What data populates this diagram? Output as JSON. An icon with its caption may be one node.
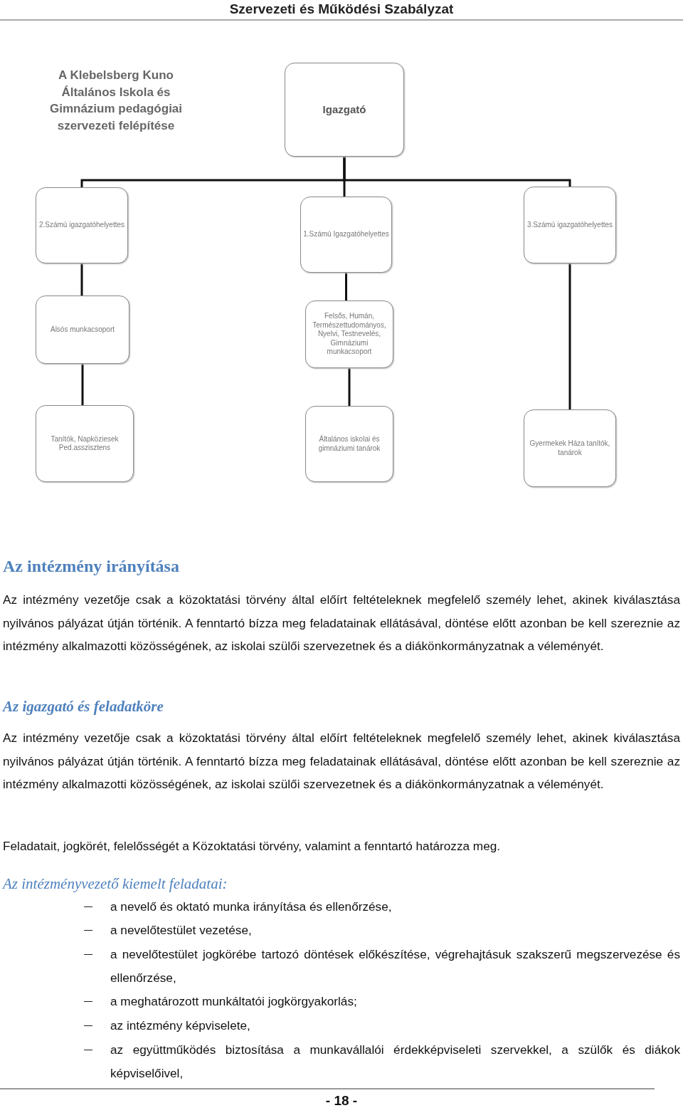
{
  "diagram": {
    "title": "A Klebelsberg Kuno Általános Iskola és Gimnázium pedagógiai szervezeti felépítése",
    "nodes": [
      {
        "text": [
          "Igazgató"
        ]
      },
      {
        "text": [
          "2.Számú igazgatóhelyettes"
        ]
      },
      {
        "text": [
          "1.Számú Igazgatóhelyettes"
        ]
      },
      {
        "text": [
          "3.Számú igazgatóhelyettes"
        ]
      },
      {
        "text": [
          "Alsós munkacsoport"
        ]
      },
      {
        "text": [
          "Felsős, Humán, Természettudományos, Nyelvi, Testnevelés, Gimnáziumi munkacsoport"
        ]
      },
      {
        "text": [
          "Tanítók, Napköziesek Ped.asszisztens"
        ]
      },
      {
        "text": [
          "Általános iskolai és gimnáziumi tanárok"
        ]
      },
      {
        "text": [
          "Gyermekek Háza tanítók, tanárok"
        ]
      }
    ],
    "edges": [
      {
        "from": 0,
        "to": 1,
        "arrow": "none"
      },
      {
        "from": 0,
        "to": 2,
        "arrow": "none"
      },
      {
        "from": 0,
        "to": 3,
        "arrow": "none"
      },
      {
        "from": 1,
        "to": 4,
        "arrow": "none"
      },
      {
        "from": 2,
        "to": 5,
        "arrow": "none"
      },
      {
        "from": 4,
        "to": 6,
        "arrow": "none"
      },
      {
        "from": 5,
        "to": 7,
        "arrow": "none"
      },
      {
        "from": 3,
        "to": 8,
        "arrow": "none"
      }
    ],
    "labels": [
      "Szervezeti és Működési Szabályzat",
      "Az intézmény irányítása",
      "Az intézmény vezetője csak a közoktatási törvény által előírt feltételeknek megfelelő személy lehet, akinek kiválasztása nyilvános pályázat útján történik. A fenntartó bízza meg feladatainak ellátásával, döntése előtt azonban be kell szereznie az intézmény alkalmazotti közösségének, az iskolai szülői szervezetnek és a diákönkormányzatnak a véleményét.",
      "Az igazgató és feladatköre",
      "Az intézmény vezetője csak a közoktatási törvény által előírt feltételeknek megfelelő személy lehet, akinek kiválasztása nyilvános pályázat útján történik. A fenntartó bízza meg feladatainak ellátásával, döntése előtt azonban be kell szereznie az intézmény alkalmazotti közösségének, az iskolai szülői szervezetnek és a diákönkormányzatnak a véleményét.",
      "Feladatait, jogkörét, felelősségét a Közoktatási törvény, valamint a fenntartó határozza meg.",
      "Az intézményvezető kiemelt feladatai:",
      "a nevelő és oktató munka irányítása és ellenőrzése,",
      "a nevelőtestület vezetése,",
      "a nevelőtestület jogkörébe tartozó döntések előkészítése, végrehajtásuk szakszerű megszervezése és ellenőrzése,",
      "a meghatározott munkáltatói jogkörgyakorlás;",
      "az intézmény képviselete,",
      "az együttműködés biztosítása a munkavállalói érdekképviseleti szervekkel, a szülők és diákok képviselőivel,",
      "- 18 -"
    ]
  }
}
